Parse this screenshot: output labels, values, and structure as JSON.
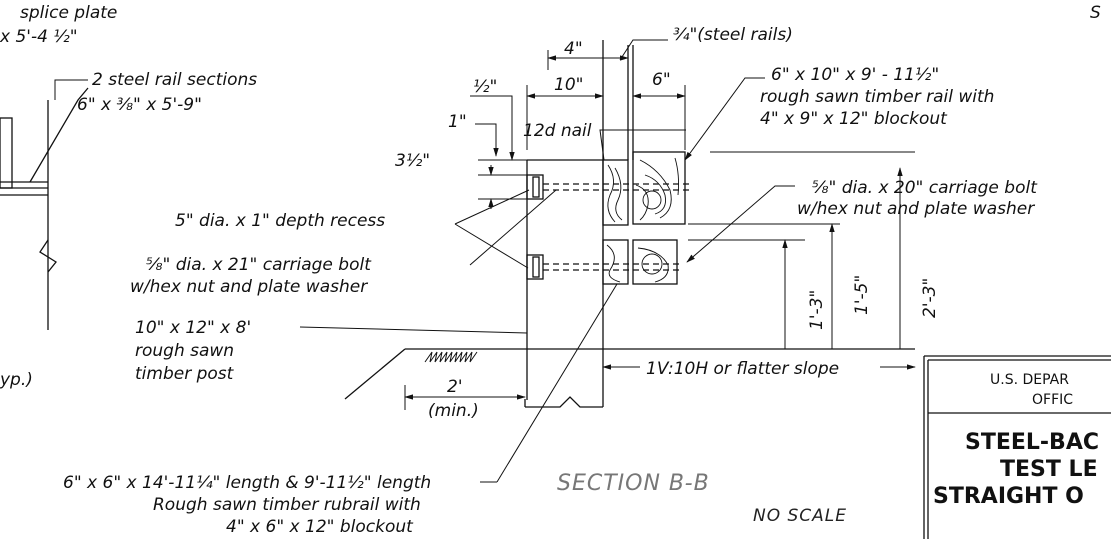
{
  "labels": {
    "splice_plate_1": "splice plate",
    "splice_plate_2": "x 5'-4 ½\"",
    "steel_rail_sections_1": "2 steel rail sections",
    "steel_rail_sections_2": "6\" x ⅜\" x 5'-9\"",
    "typ": "yp.)",
    "steel_rails": "¾\"(steel rails)",
    "dim_4": "4\"",
    "dim_10": "10\"",
    "dim_6": "6\"",
    "dim_half": "½\"",
    "dim_1": "1\"",
    "dim_3half": "3½\"",
    "nail": "12d nail",
    "timber_rail_1": "6\" x 10\" x 9' - 11½\"",
    "timber_rail_2": "rough sawn timber rail with",
    "timber_rail_3": "4\" x 9\" x 12\" blockout",
    "carriage_bolt_20_1": "⅝\" dia. x 20\" carriage bolt",
    "carriage_bolt_20_2": "w/hex nut and plate washer",
    "recess": "5\" dia. x 1\" depth recess",
    "carriage_bolt_21_1": "⅝\" dia. x 21\" carriage bolt",
    "carriage_bolt_21_2": "w/hex nut and plate washer",
    "post_1": "10\" x 12\" x 8'",
    "post_2": "rough sawn",
    "post_3": "timber post",
    "dim_1_3": "1'-3\"",
    "dim_1_5": "1'-5\"",
    "dim_2_3": "2'-3\"",
    "slope": "1V:10H or flatter slope",
    "dim_2": "2'",
    "dim_min": "(min.)",
    "rubrail_1": "6\" x 6\" x 14'-11¼\" length & 9'-11½\" length",
    "rubrail_2": "Rough sawn timber rubrail with",
    "rubrail_3": "4\" x 6\" x 12\" blockout",
    "section": "SECTION B-B",
    "no_scale": "NO SCALE",
    "corner_s": "S"
  },
  "title_block": {
    "agency_1": "U.S. DEPAR",
    "agency_2": "OFFIC",
    "title_1": "STEEL-BAC",
    "title_2": "TEST LE",
    "title_3": "STRAIGHT O"
  }
}
